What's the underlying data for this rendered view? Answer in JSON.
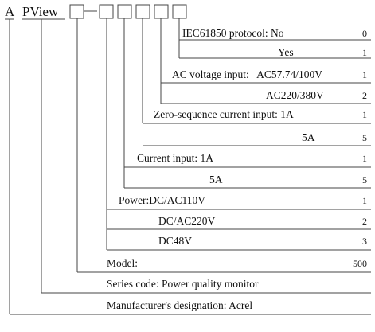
{
  "header": {
    "prefix": "A",
    "model": "PView",
    "dash": "—"
  },
  "fields": {
    "iec_protocol": {
      "options": [
        {
          "label": "IEC61850 protocol: No",
          "code": "0"
        },
        {
          "label": "Yes",
          "code": "1"
        }
      ]
    },
    "ac_voltage": {
      "options": [
        {
          "label": "AC voltage input:   AC57.74/100V",
          "code": "1"
        },
        {
          "label": "AC220/380V",
          "code": "2"
        }
      ]
    },
    "zero_sequence": {
      "options": [
        {
          "label": "Zero-sequence current input: 1A",
          "code": "1"
        },
        {
          "label": "5A",
          "code": "5"
        }
      ]
    },
    "current_input": {
      "options": [
        {
          "label": "Current input: 1A",
          "code": "1"
        },
        {
          "label": "5A",
          "code": "5"
        }
      ]
    },
    "power": {
      "options": [
        {
          "label": "Power:DC/AC110V",
          "code": "1"
        },
        {
          "label": "DC/AC220V",
          "code": "2"
        },
        {
          "label": "DC48V",
          "code": "3"
        }
      ]
    },
    "model": {
      "label": "Model:",
      "code": "500"
    },
    "series": {
      "label": "Series code: Power quality monitor"
    },
    "manufacturer": {
      "label": "Manufacturer's designation: Acrel"
    }
  },
  "colors": {
    "line": "#444444",
    "text": "#111111"
  }
}
